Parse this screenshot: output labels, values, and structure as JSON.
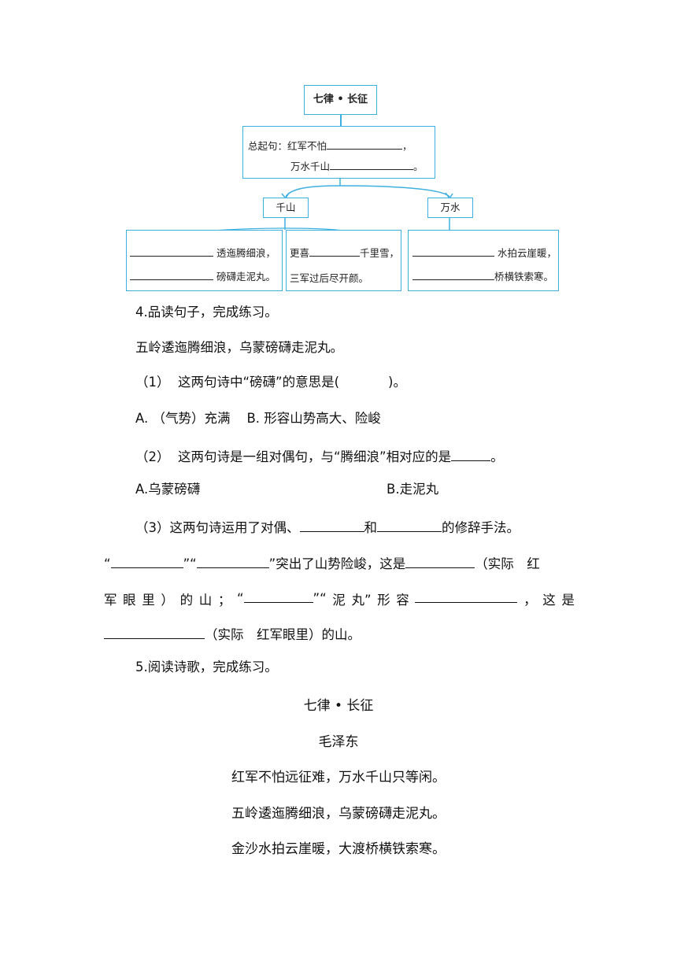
{
  "diagram": {
    "title": "七律 • 长征",
    "summary_label": "总起句：",
    "summary_line1_text": "红军不怕",
    "summary_line1_end": "，",
    "summary_line2_text": "万水千山",
    "summary_line2_end": "。",
    "branch_left": "千山",
    "branch_right": "万水",
    "box_a_line1": "透迤腾细浪，",
    "box_a_line2": "磅礴走泥丸。",
    "box_b_line1_pre": "更喜",
    "box_b_line1_post": "千里雪，",
    "box_b_line2": "三军过后尽开颜。",
    "box_c_line1": "水拍云崖暖，",
    "box_c_line2": "桥横铁索寒。"
  },
  "q4": {
    "heading": "4.品读句子，完成练习。",
    "sentence": "五岭逶迤腾细浪，乌蒙磅礴走泥丸。",
    "sub1_prefix": "（1）",
    "sub1_text": "这两句诗中“磅礴”的意思是(",
    "sub1_close": ")。",
    "sub1_opt_a": "A. （气势）充满",
    "sub1_opt_b": "B. 形容山势高大、险峻",
    "sub2_prefix": "（2）",
    "sub2_text": "这两句诗是一组对偶句，与“腾细浪”相对应的是",
    "sub2_end": "。",
    "sub2_opt_a": "A.乌蒙磅礴",
    "sub2_opt_b": "B.走泥丸",
    "sub3_line1_a": "（3）这两句诗运用了对偶、",
    "sub3_line1_b": "和",
    "sub3_line1_c": "的修辞手法。",
    "sub3_line2_q1": "“",
    "sub3_line2_q2": "”“",
    "sub3_line2_q3": "”突出了山势险峻，这是",
    "sub3_line2_tail": "（实际　红",
    "sub3_line3_tokens": [
      "军",
      "眼",
      "里",
      "）",
      "的",
      "山",
      "；",
      "“"
    ],
    "sub3_line3_q": "”“",
    "sub3_line3_ni": "泥",
    "sub3_line3_wan": "丸",
    "sub3_line3_close": "”",
    "sub3_line3_xing": "形",
    "sub3_line3_rong": "容",
    "sub3_line3_comma": "，",
    "sub3_line3_zhe": "这",
    "sub3_line3_shi": "是",
    "sub3_line4_tail": "（实际　红军眼里）的山。"
  },
  "q5": {
    "heading": "5.阅读诗歌，完成练习。",
    "poem_title": "七律 • 长征",
    "author": "毛泽东",
    "lines": [
      "红军不怕远征难，万水千山只等闲。",
      "五岭逶迤腾细浪，乌蒙磅礴走泥丸。",
      "金沙水拍云崖暖，大渡桥横铁索寒。"
    ]
  }
}
